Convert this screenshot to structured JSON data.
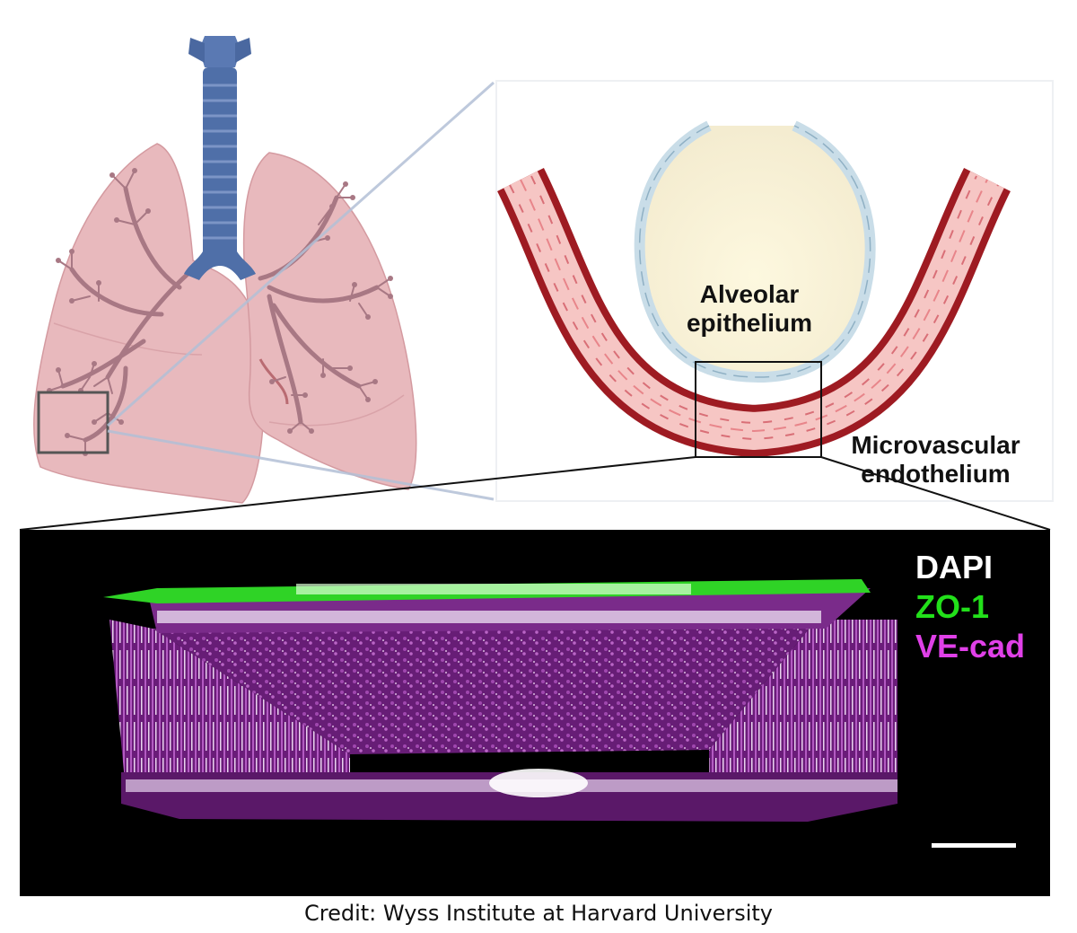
{
  "labels": {
    "alveolar_line1": "Alveolar",
    "alveolar_line2": "epithelium",
    "micro_line1": "Microvascular",
    "micro_line2": "endothelium"
  },
  "legend": [
    {
      "text": "DAPI",
      "color": "#ffffff"
    },
    {
      "text": "ZO-1",
      "color": "#22e01a"
    },
    {
      "text": "VE-cad",
      "color": "#e040e8"
    }
  ],
  "credit": "Credit: Wyss Institute at Harvard University",
  "colors": {
    "lung_fill": "#e8b9bd",
    "trachea": "#4f6fa8",
    "vessel_dark": "#9e1b22",
    "vessel_light": "#f6c6c4",
    "epithelium": "#c9dde8",
    "alveolus_fill": "#fbf6dc",
    "micrograph_bg": "#000000"
  }
}
